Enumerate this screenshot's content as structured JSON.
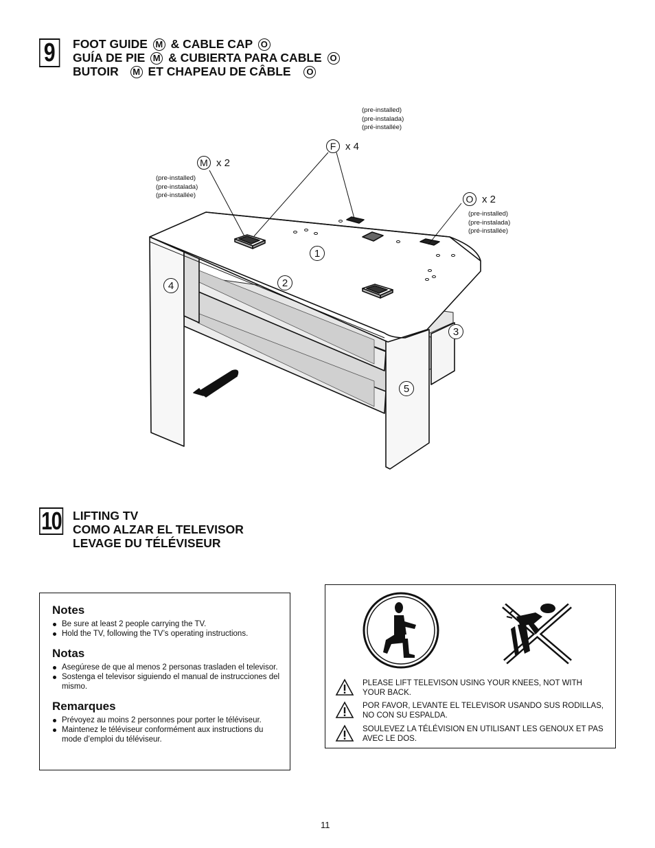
{
  "step9": {
    "number": "9",
    "title_lines": [
      {
        "before": "FOOT GUIDE",
        "m": "M",
        "mid": "&  CABLE CAP",
        "o": "O"
      },
      {
        "before": "GUÍA DE PIE",
        "m": "M",
        "mid": "&  CUBIERTA PARA CABLE",
        "o": "O"
      },
      {
        "before": "BUTOIR",
        "m": "M",
        "mid": "ET CHAPEAU DE CÂBLE",
        "o": "O"
      }
    ]
  },
  "diagram": {
    "pre_installed_f": [
      "(pre-installed)",
      "(pre-instalada)",
      "(pré-installée)"
    ],
    "pre_installed_m": [
      "(pre-installed)",
      "(pre-instalada)",
      "(pré-installée)"
    ],
    "pre_installed_o": [
      "(pre-installed)",
      "(pre-instalada)",
      "(pré-installée)"
    ],
    "part_m": {
      "letter": "M",
      "qty": "x 2"
    },
    "part_f": {
      "letter": "F",
      "qty": "x 4"
    },
    "part_o": {
      "letter": "O",
      "qty": "x 2"
    },
    "callouts": [
      "1",
      "2",
      "3",
      "4",
      "5"
    ]
  },
  "step10": {
    "number": "10",
    "title_lines": [
      "LIFTING TV",
      "COMO ALZAR EL TELEVISOR",
      "LEVAGE DU TÉLÉVISEUR"
    ]
  },
  "notes": {
    "sections": [
      {
        "heading": "Notes",
        "items": [
          "Be sure at least 2 people carrying the TV.",
          "Hold the TV, following the TV’s operating instructions."
        ]
      },
      {
        "heading": "Notas",
        "items": [
          "Asegúrese de que al menos 2 personas trasladen el televisor.",
          "Sostenga el televisor siguiendo el manual de instrucciones del mismo."
        ]
      },
      {
        "heading": "Remarques",
        "items": [
          "Prévoyez au moins 2 personnes pour porter le téléviseur.",
          "Maintenez le téléviseur conformément aux instructions du mode d’emploi du téléviseur."
        ]
      }
    ]
  },
  "warning": {
    "lines": [
      "PLEASE LIFT TELEVISON USING YOUR KNEES, NOT WITH YOUR BACK.",
      "POR FAVOR, LEVANTE EL TELEVISOR USANDO SUS RODILLAS, NO CON SU ESPALDA.",
      "SOULEVEZ LA TÉLÉVISION EN UTILISANT LES GENOUX ET PAS AVEC LE DOS."
    ]
  },
  "page_number": "11"
}
